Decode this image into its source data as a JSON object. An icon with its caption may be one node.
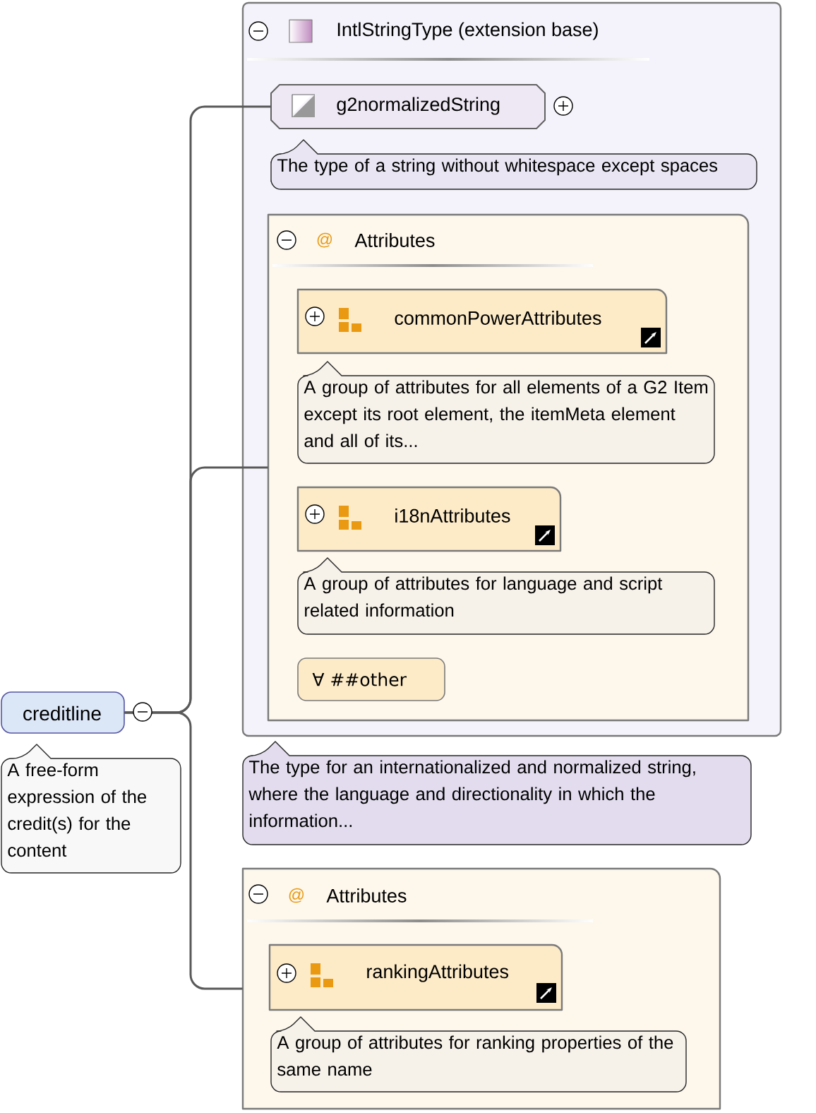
{
  "diagram": {
    "nodes": [
      {
        "text": [
          "IntlStringType (extension base)"
        ]
      },
      {
        "text": [
          "g2normalizedString"
        ],
        "in": 0
      },
      {
        "text": [
          "The type of a string without whitespace except spaces"
        ],
        "in": 0
      },
      {
        "text": [
          "Attributes"
        ],
        "in": 0
      },
      {
        "text": [
          "commonPowerAttributes"
        ],
        "in": 3
      },
      {
        "text": [
          "A group of attributes for all elements of a G2 Item except its root element, the itemMeta element and all of its..."
        ],
        "in": 3
      },
      {
        "text": [
          "i18nAttributes"
        ],
        "in": 3
      },
      {
        "text": [
          "A group of attributes for language and script related information"
        ],
        "in": 3
      },
      {
        "text": [
          "∀ ##other"
        ],
        "in": 3
      },
      {
        "text": [
          "creditline"
        ]
      },
      {
        "text": [
          "A free-form expression of the credit(s) for the content"
        ]
      },
      {
        "text": [
          "The type for an internationalized and normalized string, where the language and directionality in which the information..."
        ]
      },
      {
        "text": [
          "Attributes"
        ]
      },
      {
        "text": [
          "rankingAttributes"
        ],
        "in": 12
      },
      {
        "text": [
          "A group of attributes for ranking properties of the same name"
        ],
        "in": 12
      }
    ],
    "edges": [
      {
        "from": 9,
        "to": 1,
        "arrow": "none"
      },
      {
        "from": 9,
        "to": 3,
        "arrow": "none"
      },
      {
        "from": 9,
        "to": 12,
        "arrow": "none"
      }
    ],
    "labels": [
      "@",
      "@"
    ]
  }
}
